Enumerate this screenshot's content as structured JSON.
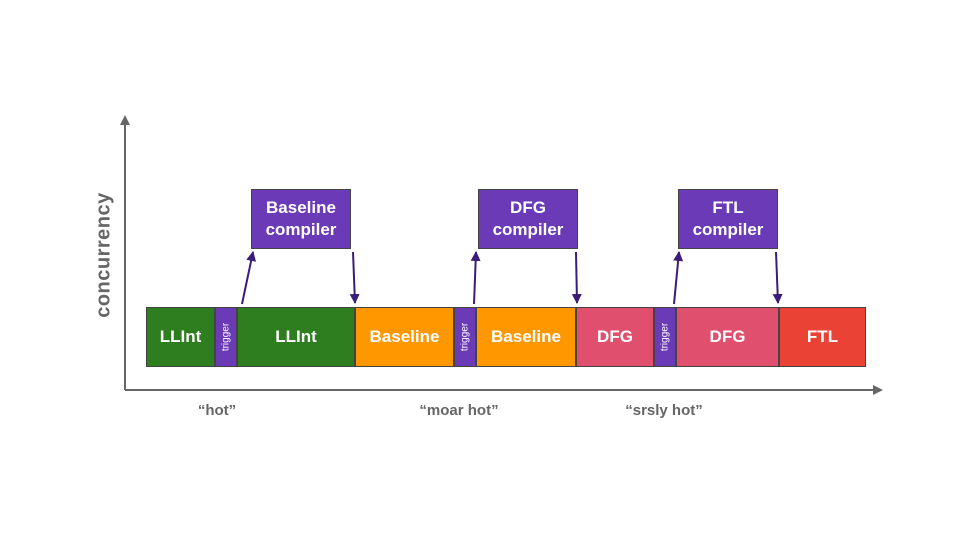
{
  "colors": {
    "llint": "#2e7d1e",
    "baseline": "#ff9800",
    "dfg": "#e0506e",
    "ftl": "#ea4335",
    "trigger": "#6a3ab7",
    "compiler": "#6a3ab7",
    "axis": "#666666",
    "arrow": "#3a1d78"
  },
  "axis": {
    "ylabel": "concurrency"
  },
  "pipeline": {
    "llint_1": "LLInt",
    "trigger_1": "trigger",
    "llint_2": "LLInt",
    "baseline_1": "Baseline",
    "trigger_2": "trigger",
    "baseline_2": "Baseline",
    "dfg_1": "DFG",
    "trigger_3": "trigger",
    "dfg_2": "DFG",
    "ftl": "FTL"
  },
  "compilers": {
    "baseline": {
      "line1": "Baseline",
      "line2": "compiler"
    },
    "dfg": {
      "line1": "DFG",
      "line2": "compiler"
    },
    "ftl": {
      "line1": "FTL",
      "line2": "compiler"
    }
  },
  "captions": {
    "hot": "“hot”",
    "moar_hot": "“moar hot”",
    "srsly_hot": "“srsly hot”"
  }
}
